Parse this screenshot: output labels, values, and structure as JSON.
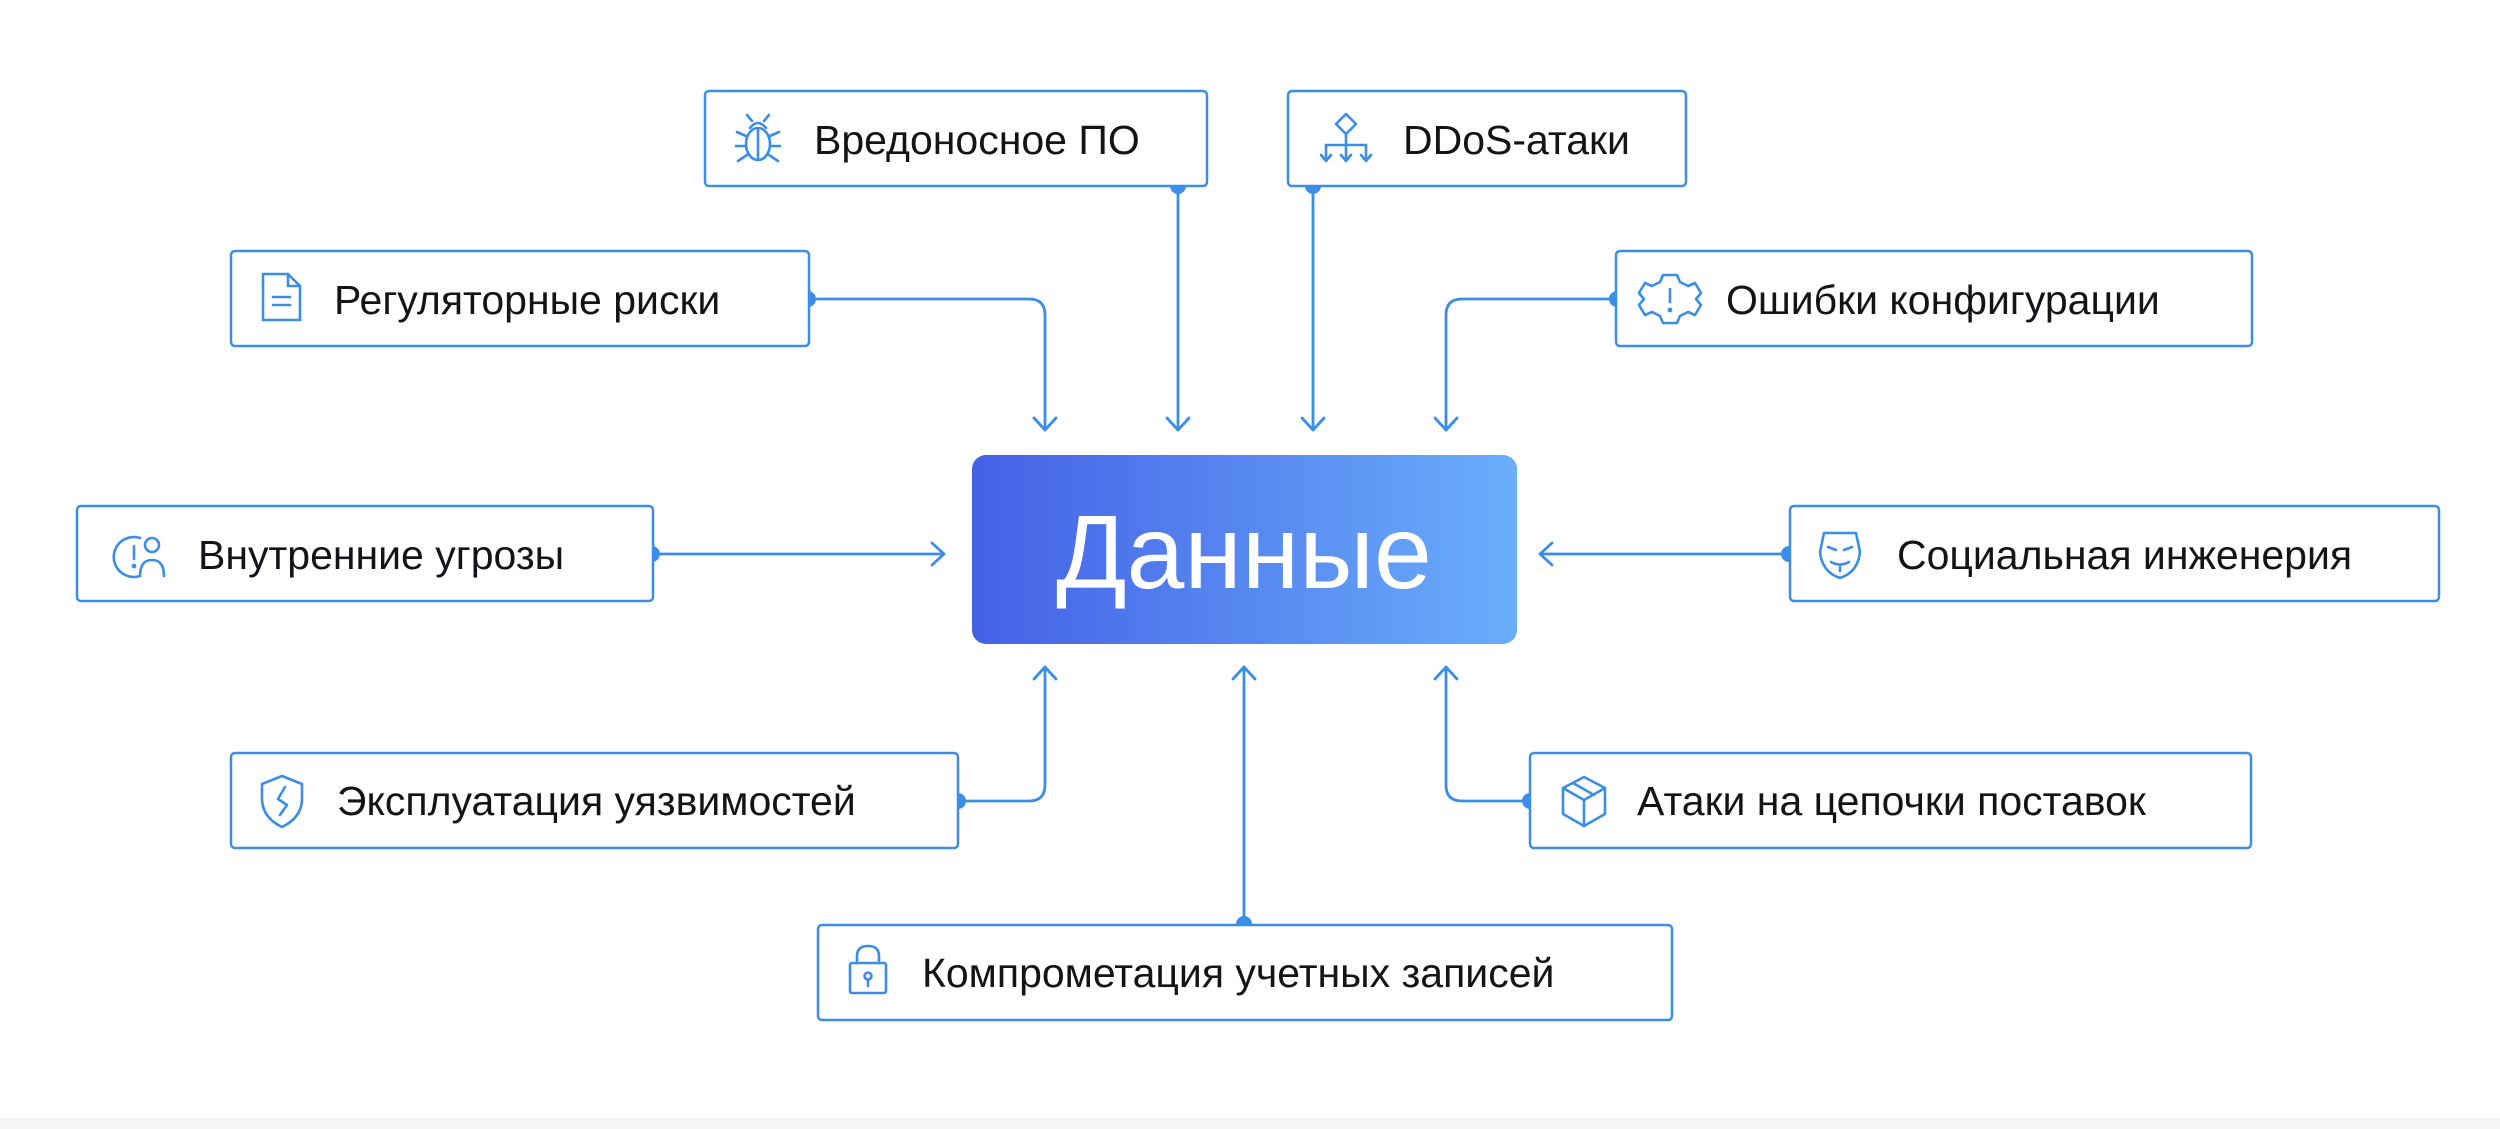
{
  "center": {
    "label": "Данные",
    "gradient_start": "#4461e6",
    "gradient_end": "#6aaefb"
  },
  "accent_color": "#3b8ee8",
  "threats": [
    {
      "id": "malware",
      "label": "Вредоносное ПО",
      "icon": "bug-icon"
    },
    {
      "id": "ddos",
      "label": "DDoS-атаки",
      "icon": "network-hierarchy-icon"
    },
    {
      "id": "regulatory",
      "label": "Регуляторные риски",
      "icon": "document-icon"
    },
    {
      "id": "config",
      "label": "Ошибки конфигурации",
      "icon": "gear-warning-icon"
    },
    {
      "id": "insider",
      "label": "Внутренние угрозы",
      "icon": "user-alert-icon"
    },
    {
      "id": "social",
      "label": "Социальная инженерия",
      "icon": "mask-shield-icon"
    },
    {
      "id": "vulns",
      "label": "Эксплуатация уязвимостей",
      "icon": "shield-crack-icon"
    },
    {
      "id": "supply",
      "label": "Атаки на цепочки поставок",
      "icon": "package-icon"
    },
    {
      "id": "accounts",
      "label": "Компрометация учетных записей",
      "icon": "lock-icon"
    }
  ]
}
